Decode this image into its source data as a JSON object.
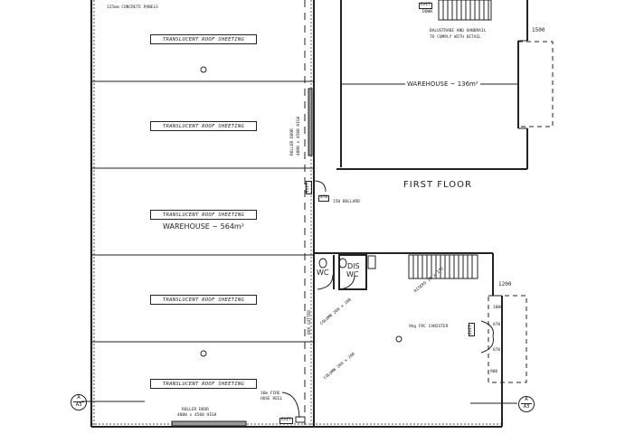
{
  "drawing": {
    "ground_floor": {
      "wall_note": "125mm CONCRETE PANELS",
      "roof_labels": [
        "TRANSLUCENT ROOF SHEETING",
        "TRANSLUCENT ROOF SHEETING",
        "TRANSLUCENT ROOF SHEETING",
        "TRANSLUCENT ROOF SHEETING",
        "TRANSLUCENT ROOF SHEETING"
      ],
      "warehouse_label": "WAREHOUSE ~ 564m²",
      "side_roller_door": [
        "ROLLER DOOR",
        "4000 x 4500 HIGH"
      ],
      "front_roller_door": [
        "ROLLER DOOR",
        "4000 x 4500 HIGH"
      ],
      "box_gutter": "BOX GUTTER",
      "hose_reel": [
        "36m FIRE",
        "HOSE REEL"
      ],
      "bollard": "150 BOLLARD",
      "exit_labels": [
        "EXIT",
        "EXIT",
        "EXIT"
      ],
      "door_widths": [
        "870",
        "870",
        "870",
        "870"
      ],
      "wc": "WC",
      "dis_wc": [
        "DIS",
        "WC"
      ],
      "stair_note": "RISERS 18 x 175",
      "column_note": "COLUMN 200 x 200",
      "fire_ext": "9kg FRC CANISTER",
      "dimension_right": "1200",
      "office_dims": [
        "1000",
        "870",
        "870",
        "900"
      ],
      "section_markers": [
        {
          "top": "A",
          "bottom": "A3"
        },
        {
          "top": "A",
          "bottom": "A3"
        }
      ]
    },
    "first_floor": {
      "title": "FIRST FLOOR",
      "warehouse_label": "WAREHOUSE ~ 136m²",
      "balustrade_note": [
        "BALUSTRADE AND HANDRAIL",
        "TO COMPLY WITH DETAIL"
      ],
      "exit_label": "EXIT",
      "down_label": "DOWN",
      "dimension": "1500"
    }
  }
}
